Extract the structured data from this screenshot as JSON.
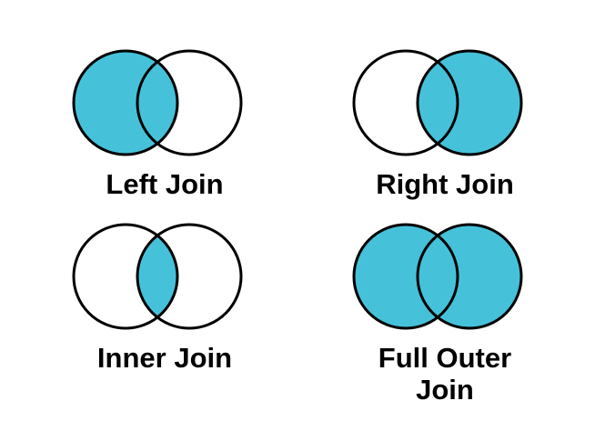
{
  "page": {
    "background": "#ffffff"
  },
  "colors": {
    "fill": "#45C2DA",
    "empty": "#ffffff",
    "stroke": "#000000",
    "label": "#000000"
  },
  "diagrams": [
    {
      "id": "left-join",
      "label": "Left Join",
      "left_filled": true,
      "right_filled": false,
      "intersection_filled": true
    },
    {
      "id": "right-join",
      "label": "Right Join",
      "left_filled": false,
      "right_filled": true,
      "intersection_filled": true
    },
    {
      "id": "inner-join",
      "label": "Inner Join",
      "left_filled": false,
      "right_filled": false,
      "intersection_filled": true
    },
    {
      "id": "full-outer-join",
      "label": "Full Outer Join",
      "left_filled": true,
      "right_filled": true,
      "intersection_filled": true
    }
  ]
}
